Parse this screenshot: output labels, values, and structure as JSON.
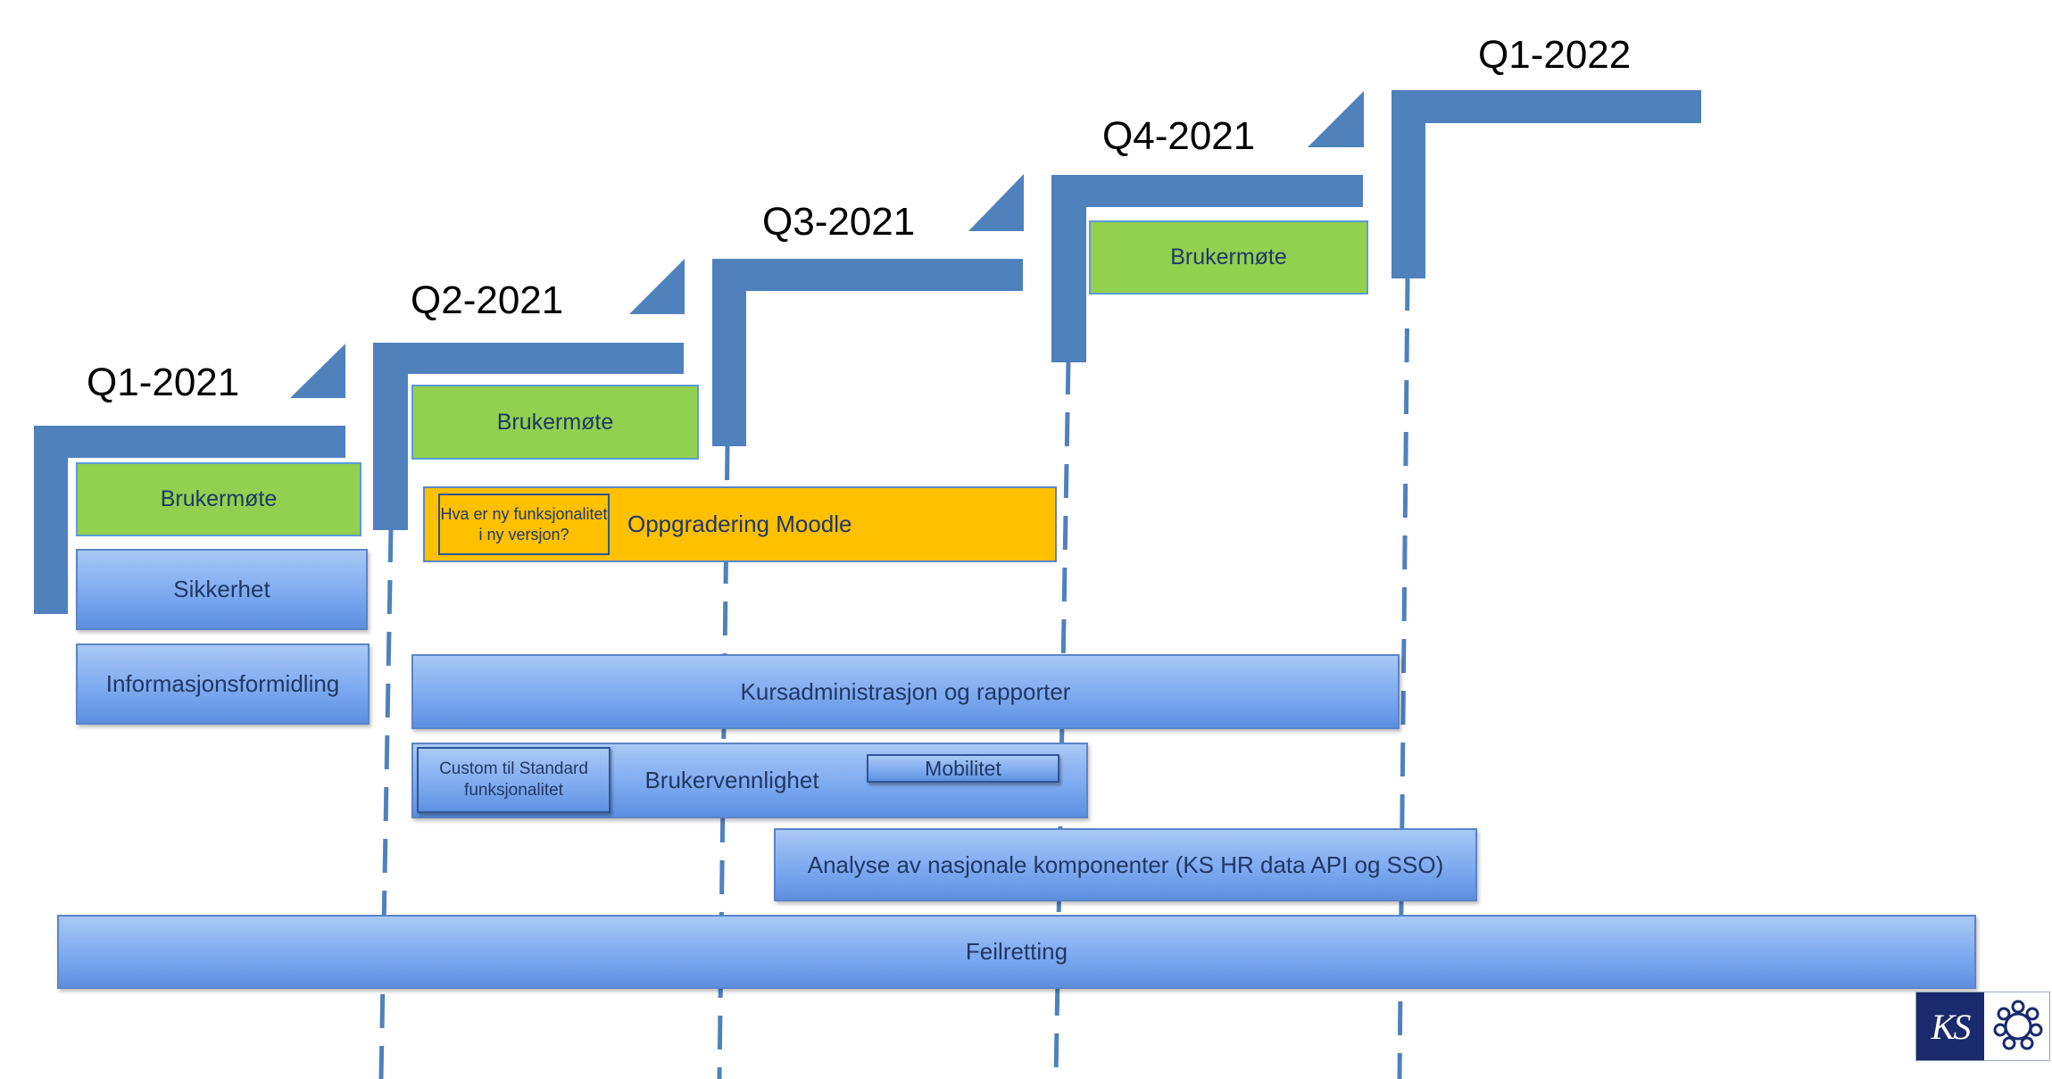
{
  "quarters": [
    {
      "label": "Q1-2021"
    },
    {
      "label": "Q2-2021"
    },
    {
      "label": "Q3-2021"
    },
    {
      "label": "Q4-2021"
    },
    {
      "label": "Q1-2022"
    }
  ],
  "items": {
    "brukermote_q1": "Brukermøte",
    "sikkerhet": "Sikkerhet",
    "informasjonsformidling": "Informasjonsformidling",
    "brukermote_q2": "Brukermøte",
    "oppgradering_moodle": "Oppgradering Moodle",
    "hva_er_ny": "Hva er ny funksjonalitet i ny versjon?",
    "brukermote_q4": "Brukermøte",
    "kursadministrasjon": "Kursadministrasjon og rapporter",
    "brukervennlighet": "Brukervennlighet",
    "custom_til_standard": "Custom til Standard funksjonalitet",
    "mobilitet": "Mobilitet",
    "analyse": "Analyse av nasjonale komponenter (KS HR data API og SSO)",
    "feilretting": "Feilretting"
  },
  "colors": {
    "step": "#4f81bd",
    "dashed_line": "#4f81bd",
    "meeting": "#92d050",
    "upgrade": "#ffc000",
    "workstream": "#7eaaf0",
    "logo_bg": "#1a2a6c"
  },
  "logo": {
    "text": "KS",
    "mark_icon": "ks-emblem-icon"
  }
}
